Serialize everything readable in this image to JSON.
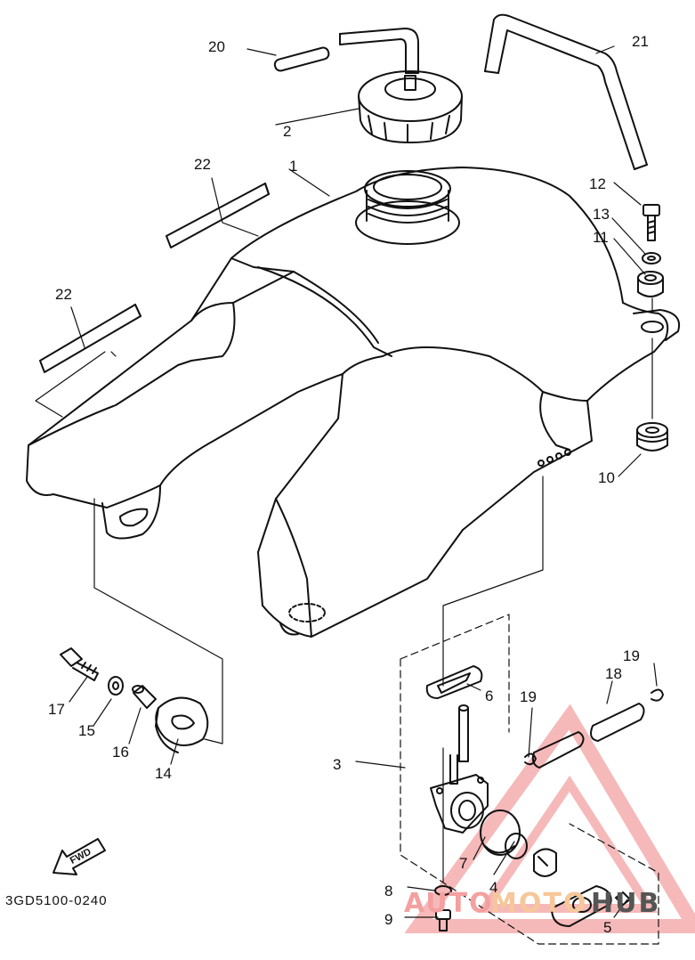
{
  "diagram": {
    "callouts": [
      "1",
      "2",
      "3",
      "4",
      "5",
      "6",
      "7",
      "8",
      "9",
      "10",
      "11",
      "12",
      "13",
      "14",
      "15",
      "16",
      "17",
      "18",
      "19",
      "19",
      "20",
      "21",
      "22",
      "22"
    ],
    "part_code": "3GD5100-0240",
    "fwd_label": "FWD",
    "watermark": {
      "left": "AUTO",
      "middle": "MOTO",
      "right": "HUB",
      "color_left": "#f4a0a0",
      "color_middle": "#f6c79a",
      "color_right": "#555555"
    },
    "line_color": "#111111"
  }
}
